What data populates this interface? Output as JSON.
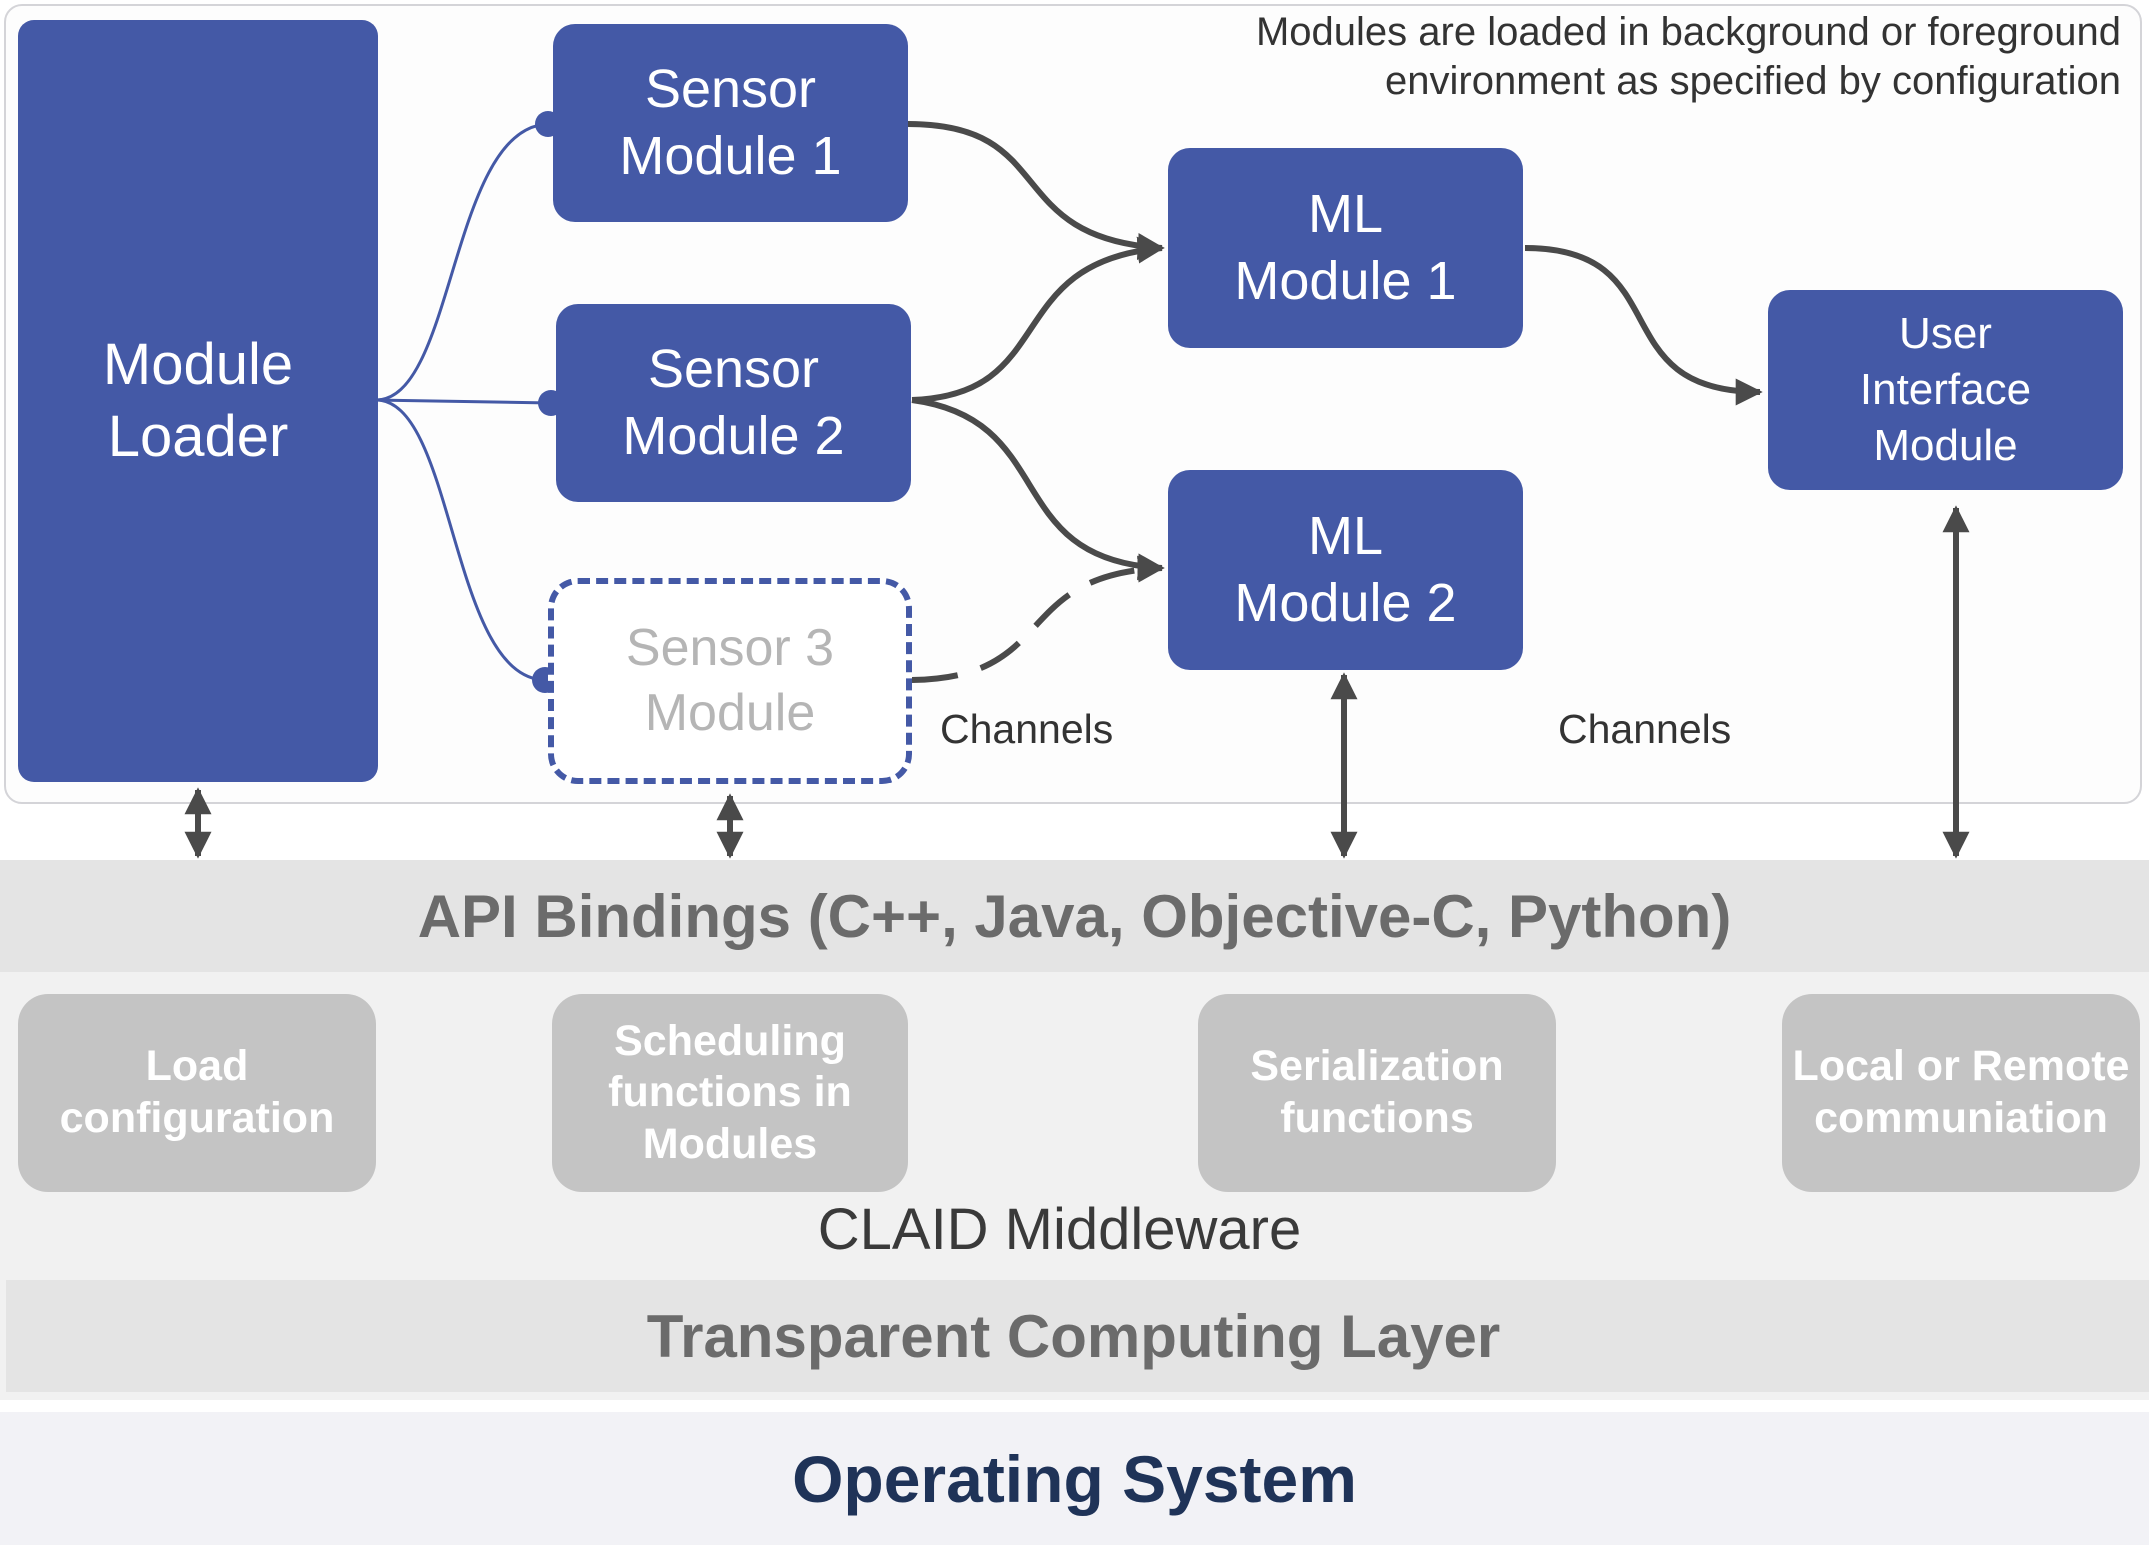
{
  "note": {
    "line1": "Modules are loaded in background or foreground",
    "line2": "environment as specified by configuration"
  },
  "loader": {
    "line1": "Module",
    "line2": "Loader"
  },
  "sensor1": {
    "line1": "Sensor",
    "line2": "Module 1"
  },
  "sensor2": {
    "line1": "Sensor",
    "line2": "Module 2"
  },
  "sensor3": {
    "line1": "Sensor 3",
    "line2": "Module"
  },
  "ml1": {
    "line1": "ML",
    "line2": "Module 1"
  },
  "ml2": {
    "line1": "ML",
    "line2": "Module 2"
  },
  "ui_module": {
    "line1": "User",
    "line2": "Interface",
    "line3": "Module"
  },
  "channels": [
    "Channels",
    "Channels"
  ],
  "api_bindings": "API Bindings (C++, Java, Objective-C, Python)",
  "middleware": {
    "title": "CLAID Middleware",
    "boxes": [
      {
        "lines": [
          "Load",
          "configuration"
        ]
      },
      {
        "lines": [
          "Scheduling",
          "functions in",
          "Modules"
        ]
      },
      {
        "lines": [
          "Serialization",
          "functions"
        ]
      },
      {
        "lines": [
          "Local or Remote",
          "communiation"
        ]
      }
    ]
  },
  "transparent_layer": "Transparent Computing Layer",
  "os": "Operating System",
  "colors": {
    "module_blue": "#4459a6",
    "connector": "#4a4a4a",
    "grey_box": "#c4c4c4",
    "os_text": "#1f3358"
  }
}
